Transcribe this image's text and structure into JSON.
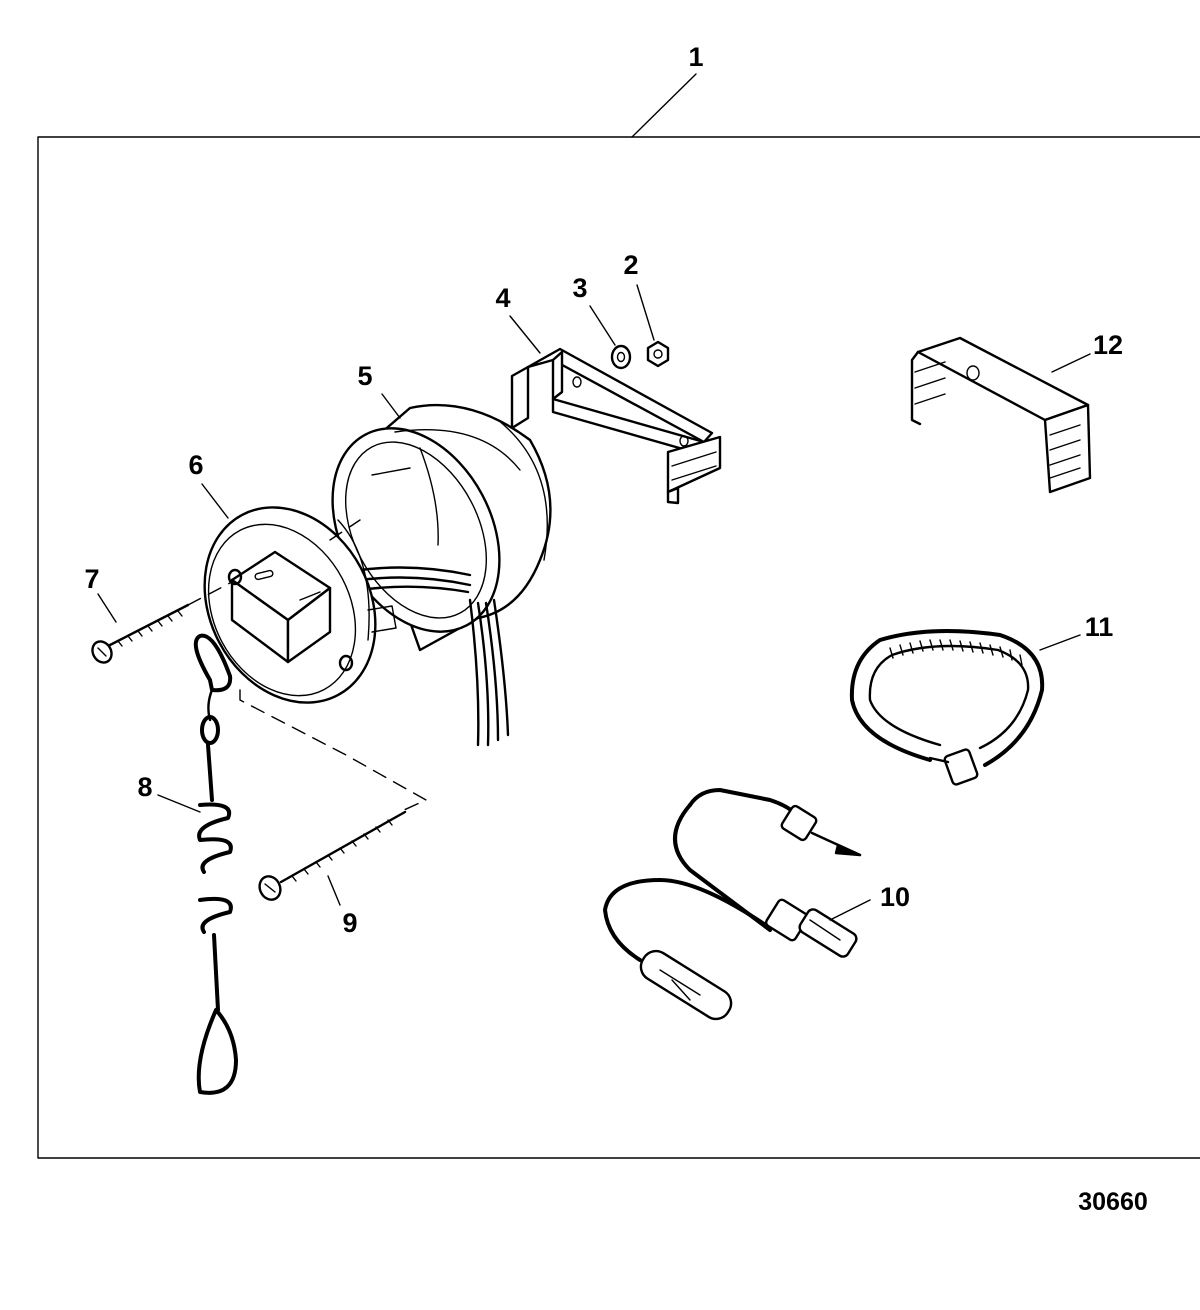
{
  "callouts": {
    "c1": "1",
    "c2": "2",
    "c3": "3",
    "c4": "4",
    "c5": "5",
    "c6": "6",
    "c7": "7",
    "c8": "8",
    "c9": "9",
    "c10": "10",
    "c11": "11",
    "c12": "12"
  },
  "figure_number": "30660",
  "colors": {
    "line": "#000000",
    "background": "#ffffff"
  }
}
